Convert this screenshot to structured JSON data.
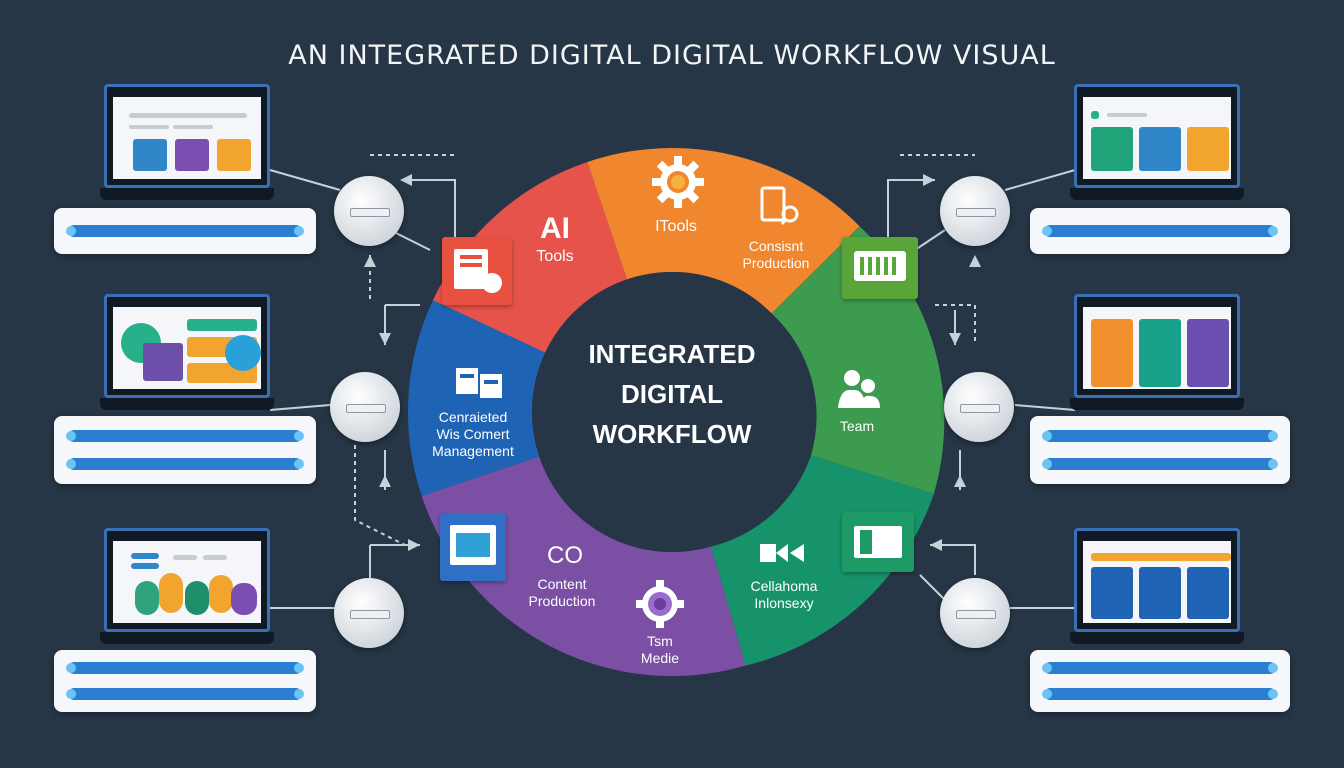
{
  "title": "AN INTEGRATED DIGITAL DIGITAL WORKFLOW VISUAL",
  "center": {
    "lines": [
      "INTEGRATED",
      "DIGITAL",
      "WORKFLOW"
    ]
  },
  "segments": {
    "ai_tools": {
      "heading": "AI",
      "label": "Tools",
      "color": "#e5534b"
    },
    "itools": {
      "label": "ITools",
      "color": "#f0862e"
    },
    "content_production_top": {
      "line1": "Consisnt",
      "line2": "Production"
    },
    "team": {
      "label": "Team",
      "color": "#3d9b4f"
    },
    "collaboration": {
      "line1": "Cellahoma",
      "line2": "Inlonsexy",
      "color": "#17936b"
    },
    "team_media": {
      "line1": "Tsm",
      "line2": "Medie"
    },
    "content_production_bottom": {
      "heading": "CO",
      "line1": "Content",
      "line2": "Production",
      "color": "#7b4fa3"
    },
    "content_management": {
      "line1": "Cenraieted",
      "line2": "Wis Comert",
      "line3": "Management",
      "color": "#1f63b5"
    }
  },
  "icons": [
    "gear-icon",
    "clipboard-icon",
    "film-icon",
    "team-icon",
    "clapper-icon",
    "media-gear-icon",
    "video-card-icon",
    "content-icon",
    "tools-card-icon"
  ]
}
